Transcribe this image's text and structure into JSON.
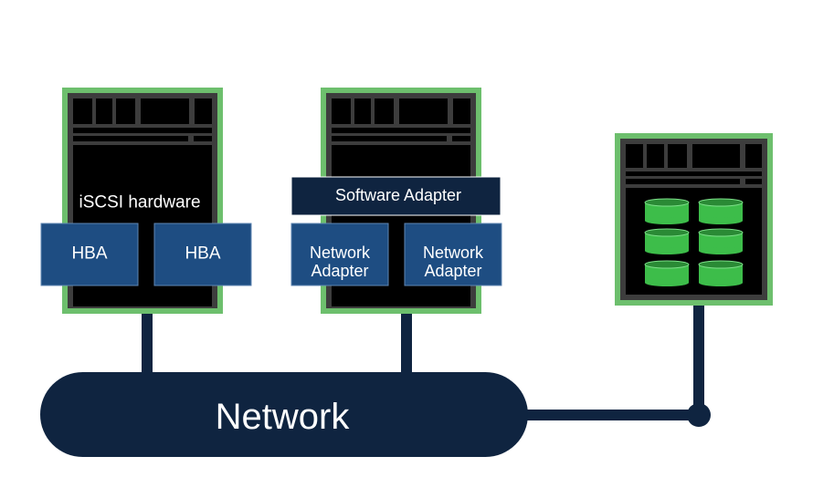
{
  "servers": {
    "hardware": {
      "label": "iSCSI hardware",
      "hba_left": "HBA",
      "hba_right": "HBA"
    },
    "software": {
      "adapter": "Software Adapter",
      "nic_left": [
        "Network",
        "Adapter"
      ],
      "nic_right": [
        "Network",
        "Adapter"
      ]
    }
  },
  "network": {
    "label": "Network"
  },
  "colors": {
    "frame_green": "#6dbf6d",
    "chassis": "#3d3d3d",
    "navy": "#0f2440",
    "adapter_blue": "#1e4d82",
    "disk_green": "#3dbd4a"
  }
}
